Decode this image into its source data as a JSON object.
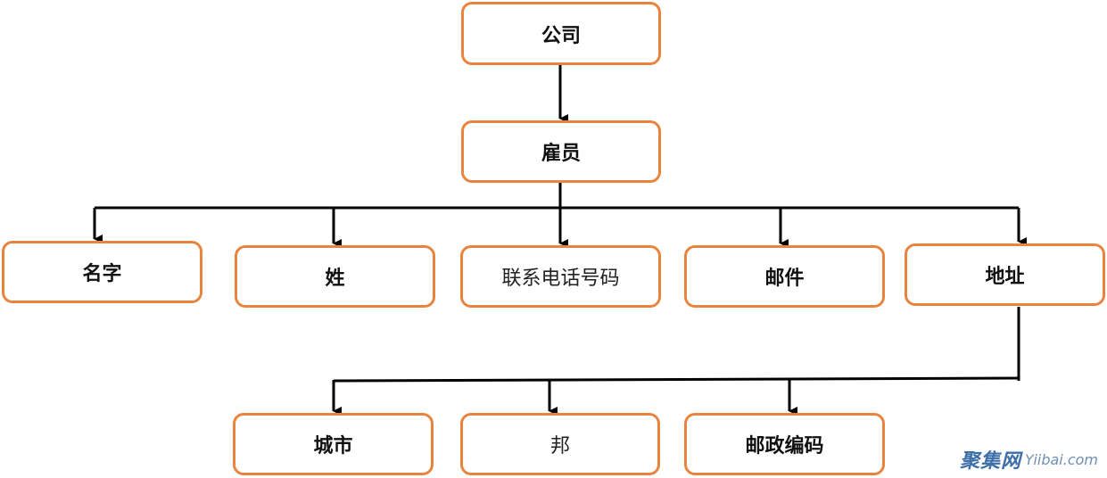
{
  "diagram": {
    "nodes": {
      "company": "公司",
      "employee": "雇员",
      "first_name": "名字",
      "last_name": "姓",
      "phone": "联系电话号码",
      "email": "邮件",
      "address": "地址",
      "city": "城市",
      "state": "邦",
      "zip": "邮政编码"
    },
    "edges": [
      [
        "company",
        "employee"
      ],
      [
        "employee",
        "first_name"
      ],
      [
        "employee",
        "last_name"
      ],
      [
        "employee",
        "phone"
      ],
      [
        "employee",
        "email"
      ],
      [
        "employee",
        "address"
      ],
      [
        "address",
        "city"
      ],
      [
        "address",
        "state"
      ],
      [
        "address",
        "zip"
      ]
    ],
    "colors": {
      "node_border": "#E8843E",
      "connector": "#000000"
    }
  },
  "watermark": {
    "chinese": "聚集网",
    "site": "Yiibai.com"
  }
}
